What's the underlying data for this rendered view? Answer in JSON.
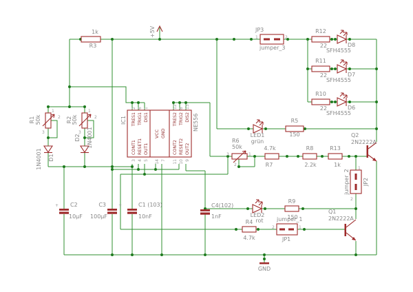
{
  "schematic": {
    "power": {
      "vcc": "+5V",
      "gnd": "GND"
    },
    "ic": {
      "name": "IC1",
      "part": "NE556",
      "pins_top": [
        {
          "num": "2",
          "sig": "TRES1"
        },
        {
          "num": "6",
          "sig": "TRIG1"
        },
        {
          "num": "1",
          "sig": "DIS1"
        },
        {
          "num": "12",
          "sig": "TRES2"
        },
        {
          "num": "8",
          "sig": "TRIG2"
        },
        {
          "num": "13",
          "sig": "DIS2"
        }
      ],
      "pins_bottom": [
        {
          "num": "3",
          "sig": "CONT1"
        },
        {
          "num": "4",
          "sig": "RESET1"
        },
        {
          "num": "5",
          "sig": "OUT1"
        },
        {
          "num": "14",
          "sig": "VCC"
        },
        {
          "num": "7",
          "sig": "GND"
        },
        {
          "num": "11",
          "sig": "CONT2"
        },
        {
          "num": "10",
          "sig": "RESET2"
        },
        {
          "num": "9",
          "sig": "OUT2"
        }
      ]
    },
    "resistors": {
      "r3": {
        "name": "R3",
        "value": "1k"
      },
      "r12": {
        "name": "R12",
        "value": "22"
      },
      "r11": {
        "name": "R11",
        "value": "22"
      },
      "r10": {
        "name": "R10",
        "value": "22"
      },
      "r5": {
        "name": "R5",
        "value": "150"
      },
      "r7": {
        "name": "R7",
        "value": "4.7k"
      },
      "r8": {
        "name": "R8",
        "value": "2.2k"
      },
      "r13": {
        "name": "R13",
        "value": "1k"
      },
      "r9": {
        "name": "R9",
        "value": "150"
      },
      "r4": {
        "name": "R4",
        "value": "4.7k"
      }
    },
    "potentiometers": {
      "r1": {
        "name": "R1",
        "value": "50k",
        "t1": "1",
        "t2": "2",
        "t3": "3"
      },
      "r2": {
        "name": "R2",
        "value": "50k",
        "t1": "1",
        "t2": "2",
        "t3": "3"
      },
      "r6": {
        "name": "R6",
        "value": "50k",
        "t1": "1",
        "t2": "2",
        "t3": "3"
      }
    },
    "diodes": {
      "d1": {
        "name": "D1",
        "part": "1N4001"
      },
      "d2": {
        "name": "D2",
        "part": "1N4001"
      }
    },
    "ir_leds": {
      "d8": {
        "name": "D8",
        "part": "SFH4555"
      },
      "d7": {
        "name": "D7",
        "part": "SFH4555"
      },
      "d6": {
        "name": "D6",
        "part": "SFH4555"
      }
    },
    "leds": {
      "led1": {
        "name": "LED1",
        "value": "grün"
      },
      "led2": {
        "name": "LED2",
        "value": "rot"
      }
    },
    "capacitors": {
      "c2": {
        "name": "C2",
        "value": "10µF",
        "polarity": "+"
      },
      "c3": {
        "name": "C3",
        "value": "100µF",
        "polarity": "+"
      },
      "c1": {
        "name": "C1 (103)",
        "value": "10nF"
      },
      "c4": {
        "name": "C4(102)",
        "value": "1nF"
      }
    },
    "transistors": {
      "q2": {
        "name": "Q2",
        "part": "2N2222A"
      },
      "q1": {
        "name": "Q1",
        "part": "2N2222A"
      }
    },
    "jumpers": {
      "jp3": {
        "name": "JP3",
        "value": "jumper_3",
        "pin1": "1",
        "pin2": "2"
      },
      "jp2": {
        "name": "JP2",
        "value": "jumper_2",
        "pin1": "1",
        "pin2": "2"
      },
      "jp1": {
        "name": "JP1",
        "value": "jumper_1",
        "pin1": "1",
        "pin2": "2"
      }
    },
    "colors": {
      "wire": "#2f8f2f",
      "part": "#9e2b2b",
      "label": "#878787",
      "background": "#ffffff"
    }
  }
}
